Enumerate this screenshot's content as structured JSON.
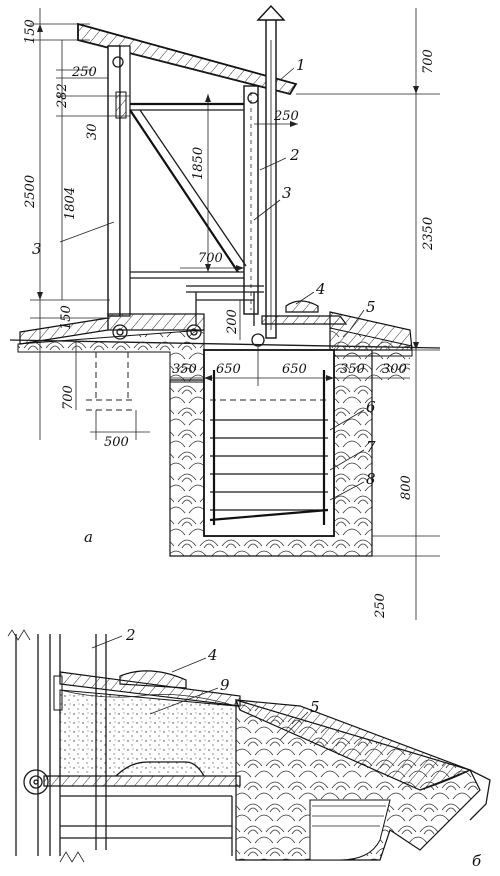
{
  "figure_a": {
    "sublabel": "а",
    "dimensions": {
      "d150_top": "150",
      "d700_top": "700",
      "d250_left": "250",
      "d282": "282",
      "d30": "30",
      "d2500": "2500",
      "d1804": "1804",
      "d1850": "1850",
      "d250_right": "250",
      "d2350": "2350",
      "d700_mid": "700",
      "d150_bottom": "150",
      "d200": "200",
      "d650_left": "650",
      "d650_right": "650",
      "d350_left": "350",
      "d350_right": "350",
      "d300": "300",
      "d700_pit": "700",
      "d500": "500",
      "d800": "800",
      "d250_bottom": "250"
    },
    "callouts": {
      "c1": "1",
      "c2": "2",
      "c3_right": "3",
      "c3_left": "3",
      "c4": "4",
      "c5": "5",
      "c6": "6",
      "c7": "7",
      "c8": "8"
    }
  },
  "figure_b": {
    "sublabel": "б",
    "callouts": {
      "c2": "2",
      "c4": "4",
      "c9": "9",
      "c5": "5"
    }
  }
}
